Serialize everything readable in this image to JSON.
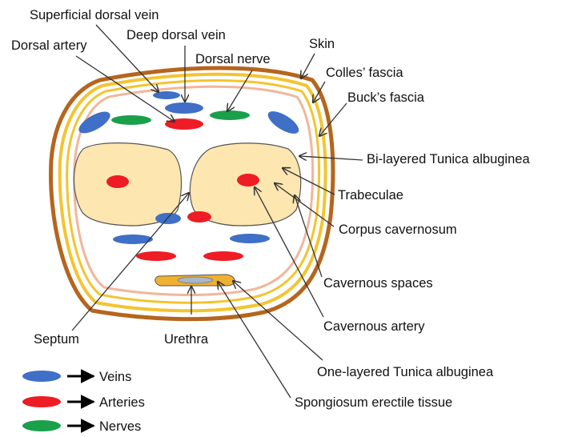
{
  "labels": {
    "superficial_dorsal_vein": "Superficial dorsal vein",
    "deep_dorsal_vein": "Deep dorsal vein",
    "dorsal_artery": "Dorsal artery",
    "dorsal_nerve": "Dorsal nerve",
    "skin": "Skin",
    "colles_fascia": "Colles’ fascia",
    "bucks_fascia": "Buck’s fascia",
    "bilayered_tunica": "Bi-layered Tunica albuginea",
    "trabeculae": "Trabeculae",
    "corpus_cavernosum": "Corpus cavernosum",
    "cavernous_spaces": "Cavernous spaces",
    "cavernous_artery": "Cavernous artery",
    "septum": "Septum",
    "urethra": "Urethra",
    "onelayered_tunica": "One-layered Tunica albuginea",
    "spongiosum": "Spongiosum erectile tissue"
  },
  "legend": {
    "veins": "Veins",
    "arteries": "Arteries",
    "nerves": "Nerves"
  },
  "colors": {
    "vein": "#3f6fc6",
    "artery": "#ee1c24",
    "nerve": "#1aa04a",
    "skin": "#b5651d",
    "fascia_yellow": "#f4c430",
    "fascia_pink": "#f0b79a",
    "corpus_fill": "#fde6b0",
    "spongiosum_fill": "#f0b030",
    "urethra_fill": "#a9b7c6"
  }
}
